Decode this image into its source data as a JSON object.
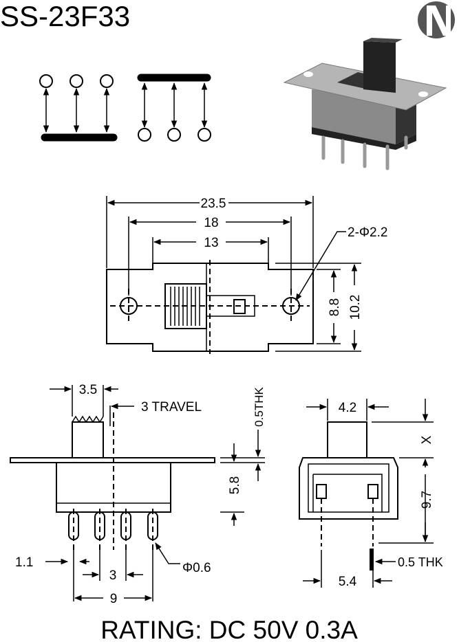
{
  "title": "SS-23F33",
  "logo_letter": "N",
  "rating": "RATING: DC 50V 0.3A",
  "top_view": {
    "dim_overall": "23.5",
    "dim_holes": "18",
    "dim_body": "13",
    "hole_label": "2-Φ2.2",
    "dim_height_inner": "8.8",
    "dim_height_outer": "10.2"
  },
  "side_view": {
    "dim_actuator": "3.5",
    "travel_label": "3 TRAVEL",
    "thickness_label": "0.5THK",
    "dim_body_height": "5.8",
    "dim_pin_width": "1.1",
    "pin_dia_label": "Φ0.6",
    "dim_pitch": "3",
    "dim_span": "9"
  },
  "end_view": {
    "dim_actuator": "4.2",
    "dim_x": "X",
    "dim_height": "9.7",
    "thickness_label": "0.5 THK",
    "dim_pin_spacing": "5.4"
  }
}
